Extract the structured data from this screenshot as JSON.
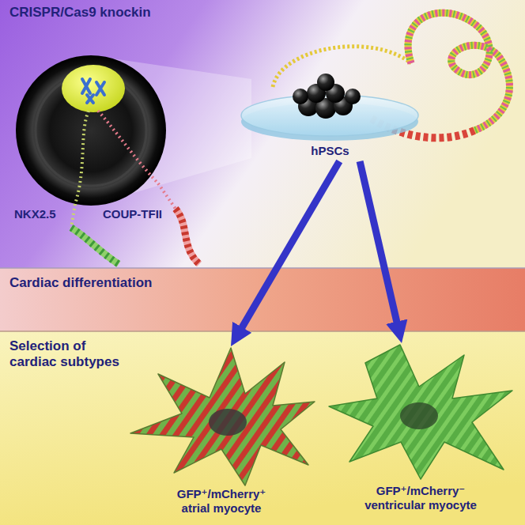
{
  "diagram": {
    "nodes": [
      {
        "text": [
          "CRISPR/Cas9 knockin"
        ]
      },
      {
        "text": [
          "hPSCs"
        ],
        "in": 0
      },
      {
        "text": [
          "Cardiac differentiation"
        ]
      },
      {
        "text": [
          "Selection of cardiac subtypes"
        ]
      },
      {
        "text": [
          "GFP⁺/mCherry⁺ atrial myocyte"
        ],
        "in": 3
      },
      {
        "text": [
          "GFP⁺/mCherry⁻ ventricular myocyte"
        ],
        "in": 3
      }
    ],
    "edges": [
      {
        "from": 1,
        "to": 4,
        "arrow": "to"
      },
      {
        "from": 1,
        "to": 5,
        "arrow": "to"
      }
    ],
    "labels": [
      "NKX2.5",
      "COUP-TFII"
    ]
  }
}
